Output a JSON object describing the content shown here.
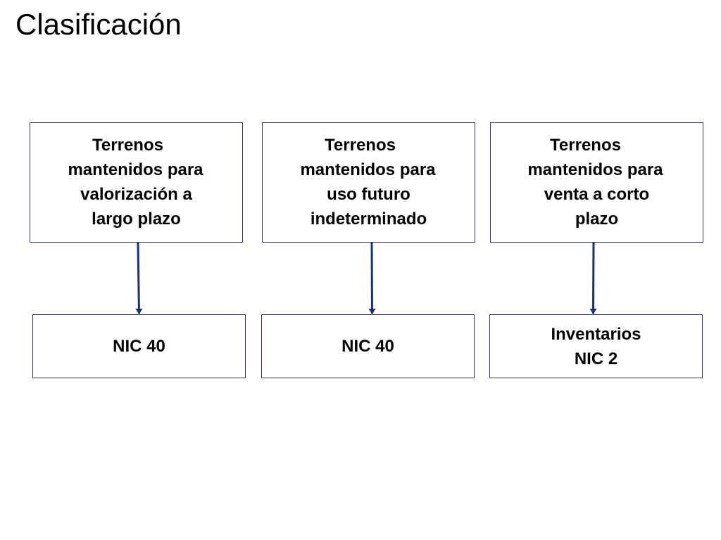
{
  "title": "Clasificación",
  "colors": {
    "box_border": "#2a3566",
    "arrow": "#1a2f7a",
    "text": "#000000"
  },
  "columns": [
    {
      "source_lines": [
        "Terrenos",
        "mantenidos para",
        "valorización a",
        "largo plazo"
      ],
      "target_lines": [
        "NIC 40"
      ]
    },
    {
      "source_lines": [
        "Terrenos",
        "mantenidos para",
        "uso futuro",
        "indeterminado"
      ],
      "target_lines": [
        "NIC 40"
      ]
    },
    {
      "source_lines": [
        "Terrenos",
        "mantenidos para",
        "venta a corto",
        "plazo"
      ],
      "target_lines": [
        "Inventarios",
        "NIC 2"
      ]
    }
  ]
}
